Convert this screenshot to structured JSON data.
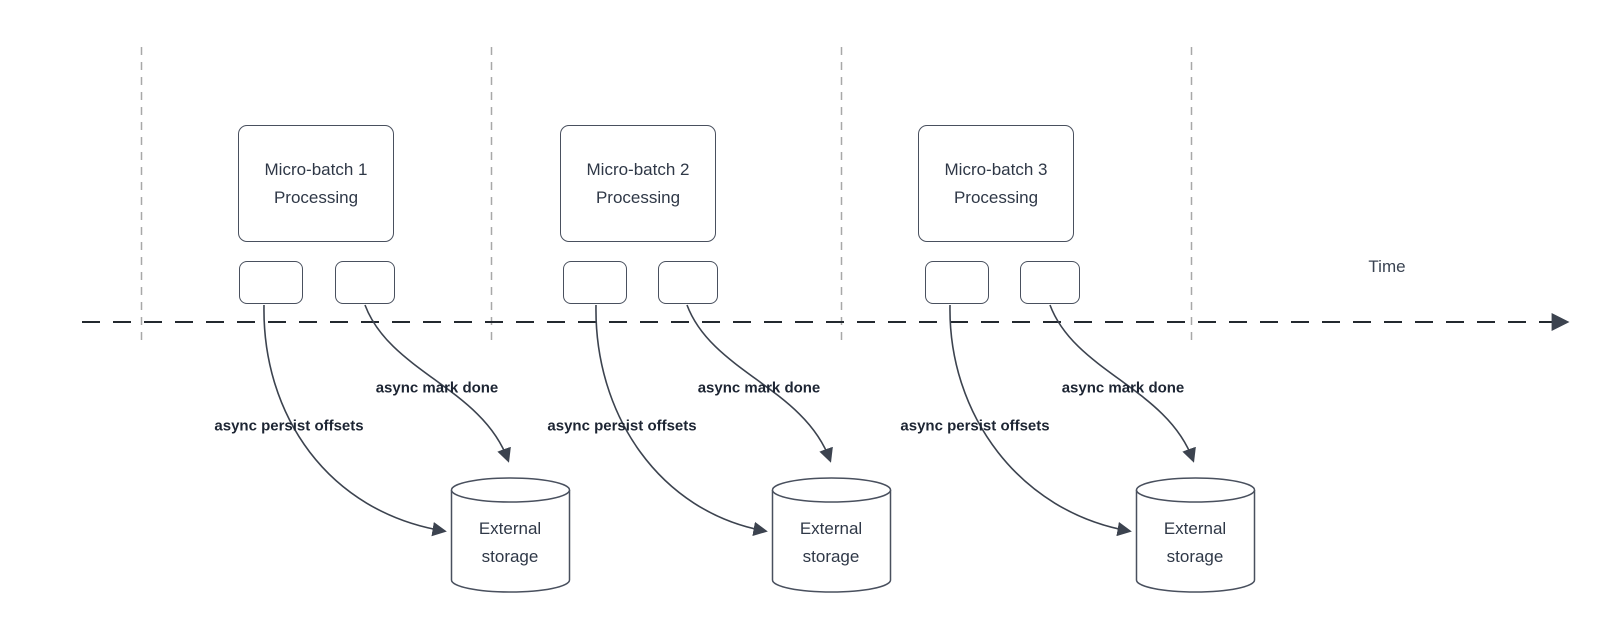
{
  "diagram": {
    "time_axis_label": "Time",
    "groups": [
      {
        "title": "Micro-batch 1\nProcessing",
        "persist_arrow_label": "async persist offsets",
        "mark_done_arrow_label": "async mark done",
        "storage_title": "External\nstorage"
      },
      {
        "title": "Micro-batch 2\nProcessing",
        "persist_arrow_label": "async persist offsets",
        "mark_done_arrow_label": "async mark done",
        "storage_title": "External\nstorage"
      },
      {
        "title": "Micro-batch 3\nProcessing",
        "persist_arrow_label": "async persist offsets",
        "mark_done_arrow_label": "async mark done",
        "storage_title": "External\nstorage"
      }
    ],
    "colors": {
      "background": "#ffffff",
      "shape_stroke": "#49505e",
      "box_text": "#2f3847",
      "bold_label_text": "#1d2533",
      "guide_line": "#a8a8a8",
      "time_axis": "#23292f"
    }
  }
}
